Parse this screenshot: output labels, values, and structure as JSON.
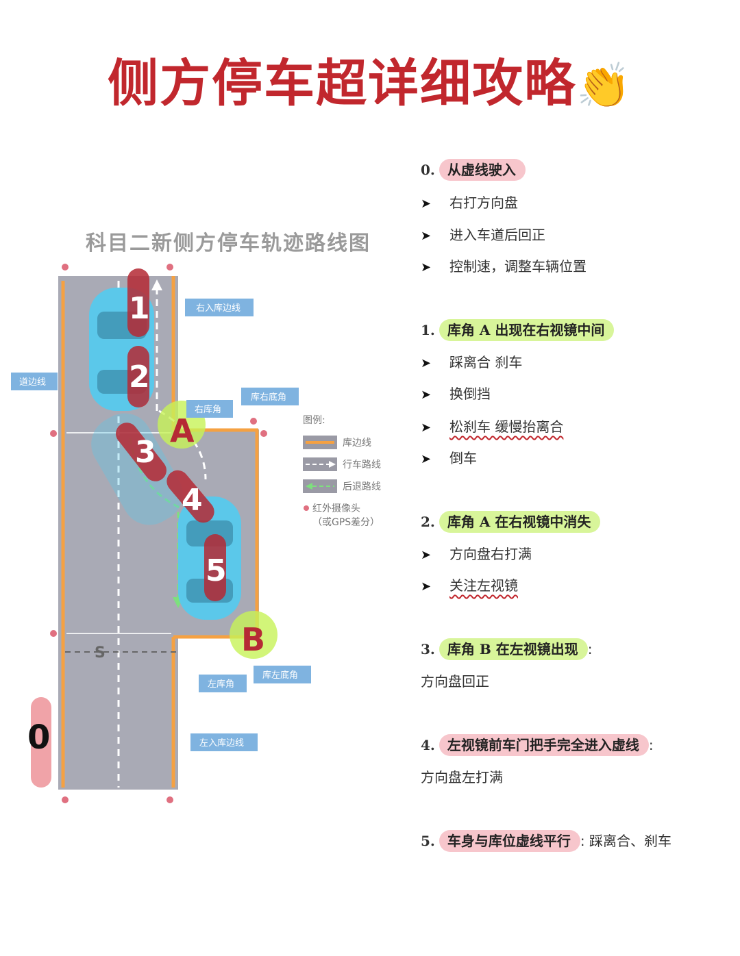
{
  "title": "侧方停车超详细攻略",
  "title_emoji": "👏",
  "diagram": {
    "title": "科目二新侧方停车轨迹路线图",
    "labels": {
      "right_entry_line": "右入库边线",
      "road_edge": "道边线",
      "right_bottom_corner": "库右底角",
      "right_corner": "右库角",
      "left_corner": "左库角",
      "left_bottom_corner": "库左底角",
      "left_entry_line": "左入库边线",
      "s_mark": "S"
    },
    "legend": {
      "title": "图例:",
      "items": [
        "库边线",
        "行车路线",
        "后退路线"
      ],
      "camera": "红外摄像头",
      "camera_note": "（或GPS差分）"
    },
    "markers": [
      "0",
      "1",
      "2",
      "3",
      "4",
      "5",
      "A",
      "B"
    ],
    "colors": {
      "lane_orange": "#f5a142",
      "car_blue": "#5bc8ea",
      "ground": "#a9aab5",
      "marker_red": "#b52a35",
      "marker_green": "#c7f257"
    }
  },
  "steps": [
    {
      "num": "0.",
      "head": "从虚线驶入",
      "highlight": "pink",
      "bullets": [
        "右打方向盘",
        "进入车道后回正",
        "控制速，调整车辆位置"
      ]
    },
    {
      "num": "1.",
      "head": "库角 A 出现在右视镜中间",
      "highlight": "green",
      "bullets": [
        "踩离合  刹车",
        "换倒挡",
        "松刹车  缓慢抬离合",
        "倒车"
      ]
    },
    {
      "num": "2.",
      "head": "库角 A 在右视镜中消失",
      "highlight": "green",
      "bullets": [
        "方向盘右打满",
        "关注左视镜"
      ]
    },
    {
      "num": "3.",
      "head": "库角 B 在左视镜出现",
      "suffix": ":",
      "highlight": "green",
      "plain": "方向盘回正"
    },
    {
      "num": "4.",
      "head": "左视镜前车门把手完全进入虚线",
      "suffix": ":",
      "highlight": "pink",
      "plain": "方向盘左打满"
    },
    {
      "num": "5.",
      "head": "车身与库位虚线平行",
      "suffix": ":  踩离合、刹车",
      "highlight": "pink"
    }
  ]
}
